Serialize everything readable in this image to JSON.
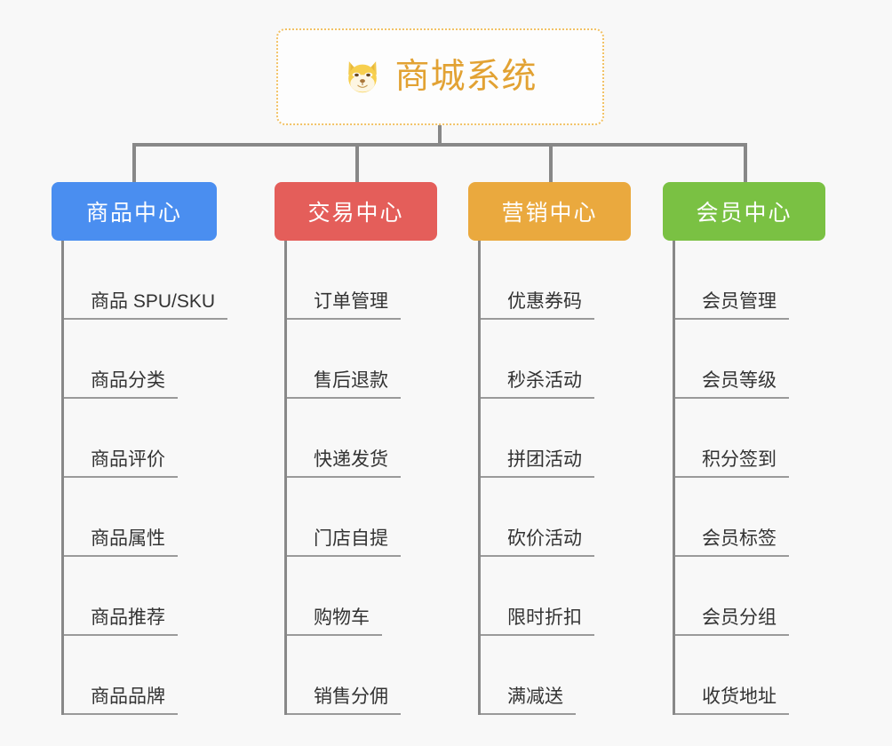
{
  "page": {
    "background_color": "#f8f8f8",
    "connector_color": "#888888",
    "leaf_text_color": "#333333",
    "leaf_rule_color": "#9a9a9a"
  },
  "root": {
    "title": "商城系统",
    "icon": "shiba-dog-face-icon",
    "border_color": "#f2c266",
    "title_color": "#e2a233",
    "background_color": "#fdfdfd"
  },
  "columns": [
    {
      "id": "product-center",
      "label": "商品中心",
      "color": "#4a8ef0",
      "items": [
        "商品 SPU/SKU",
        "商品分类",
        "商品评价",
        "商品属性",
        "商品推荐",
        "商品品牌"
      ]
    },
    {
      "id": "trade-center",
      "label": "交易中心",
      "color": "#e45e5a",
      "items": [
        "订单管理",
        "售后退款",
        "快递发货",
        "门店自提",
        "购物车",
        "销售分佣"
      ]
    },
    {
      "id": "marketing-center",
      "label": "营销中心",
      "color": "#eaa93e",
      "items": [
        "优惠券码",
        "秒杀活动",
        "拼团活动",
        "砍价活动",
        "限时折扣",
        "满减送"
      ]
    },
    {
      "id": "member-center",
      "label": "会员中心",
      "color": "#7ac143",
      "items": [
        "会员管理",
        "会员等级",
        "积分签到",
        "会员标签",
        "会员分组",
        "收货地址"
      ]
    }
  ]
}
